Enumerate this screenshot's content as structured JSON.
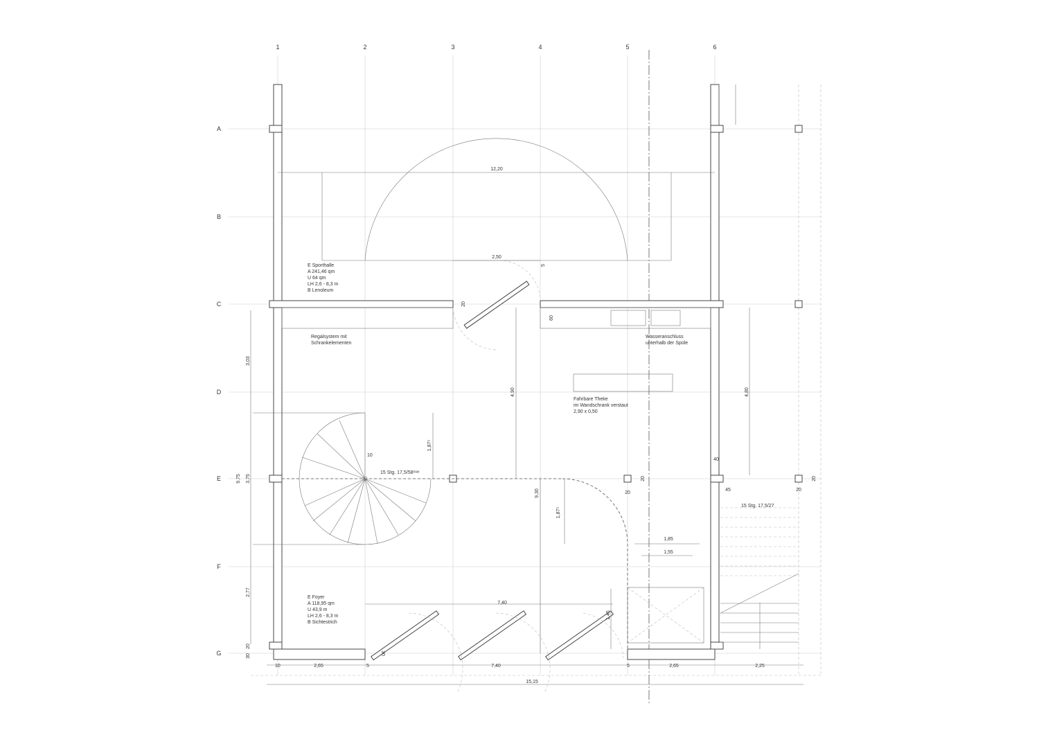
{
  "grid": {
    "columns": [
      "1",
      "2",
      "3",
      "4",
      "5",
      "6"
    ],
    "rows": [
      "A",
      "B",
      "C",
      "D",
      "E",
      "F",
      "G"
    ]
  },
  "rooms": {
    "sporthalle": {
      "lines": [
        "E   Sporthalle",
        "A   241,46 qm",
        "U   64 qm",
        "LH  2,6 - 8,3 m",
        "B   Lenoleum"
      ]
    },
    "foyer": {
      "lines": [
        "E   Foyer",
        "A   118,95 qm",
        "U   43,9 m",
        "LH  2,6 - 8,3 m",
        "B   Sichtestrich"
      ]
    }
  },
  "notes": {
    "regal": [
      "Regalsystem mit",
      "Schrankelementen"
    ],
    "wasser": [
      "Wasseranschluss",
      "unterhalb der Spüle"
    ],
    "theke": [
      "Fahrbare Theke",
      "im Wandschrank verstaut",
      "2,90 x 0,50"
    ]
  },
  "dimensions": {
    "d1220": "12,20",
    "d250": "2,50",
    "d5": "5",
    "d20a": "20",
    "d60": "60",
    "d303": "3,03",
    "d490": "4,90",
    "d480": "4,80",
    "d1875a": "1,87⁵",
    "d10": "10",
    "stair_spiral": "15 Stg. 17,5/58ᵐᵃˣ",
    "d975": "9,75",
    "d375": "3,75",
    "d930": "9,30",
    "d40": "40",
    "d20b": "20",
    "d20c": "20",
    "d45": "45",
    "d20d": "20",
    "d20e": "20",
    "stair_straight": "15 Stg. 17,5/27",
    "d1875b": "1,87⁵",
    "d185": "1,85",
    "d155": "1,55",
    "d277": "2,77",
    "d740a": "7,40",
    "d145": "1,45",
    "d20f": "20",
    "d30a": "30",
    "d30b": "30",
    "d10b": "10",
    "d265a": "2,65",
    "d5b": "5",
    "d740b": "7,40",
    "d5c": "5",
    "d265b": "2,65",
    "d225": "2,25",
    "d1515": "15,15"
  }
}
